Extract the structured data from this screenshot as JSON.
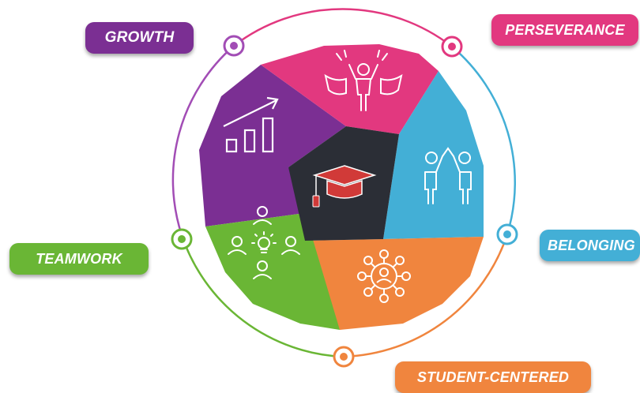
{
  "labels": {
    "growth": "GROWTH",
    "perseverance": "PERSEVERANCE",
    "belonging": "BELONGING",
    "teamwork": "TEAMWORK",
    "student_centered": "STUDENT-CENTERED"
  },
  "colors": {
    "growth": "#7b2f93",
    "perseverance": "#e2387f",
    "belonging": "#43afd6",
    "teamwork": "#6ab635",
    "student_centered": "#f0853e",
    "center": "#2b2e36",
    "cap": "#d13a38"
  },
  "icons": {
    "growth": "bar-chart-arrow-icon",
    "perseverance": "celebrating-person-icon",
    "belonging": "high-five-people-icon",
    "teamwork": "team-lightbulb-icon",
    "student_centered": "network-person-icon",
    "center": "graduation-cap-icon"
  }
}
